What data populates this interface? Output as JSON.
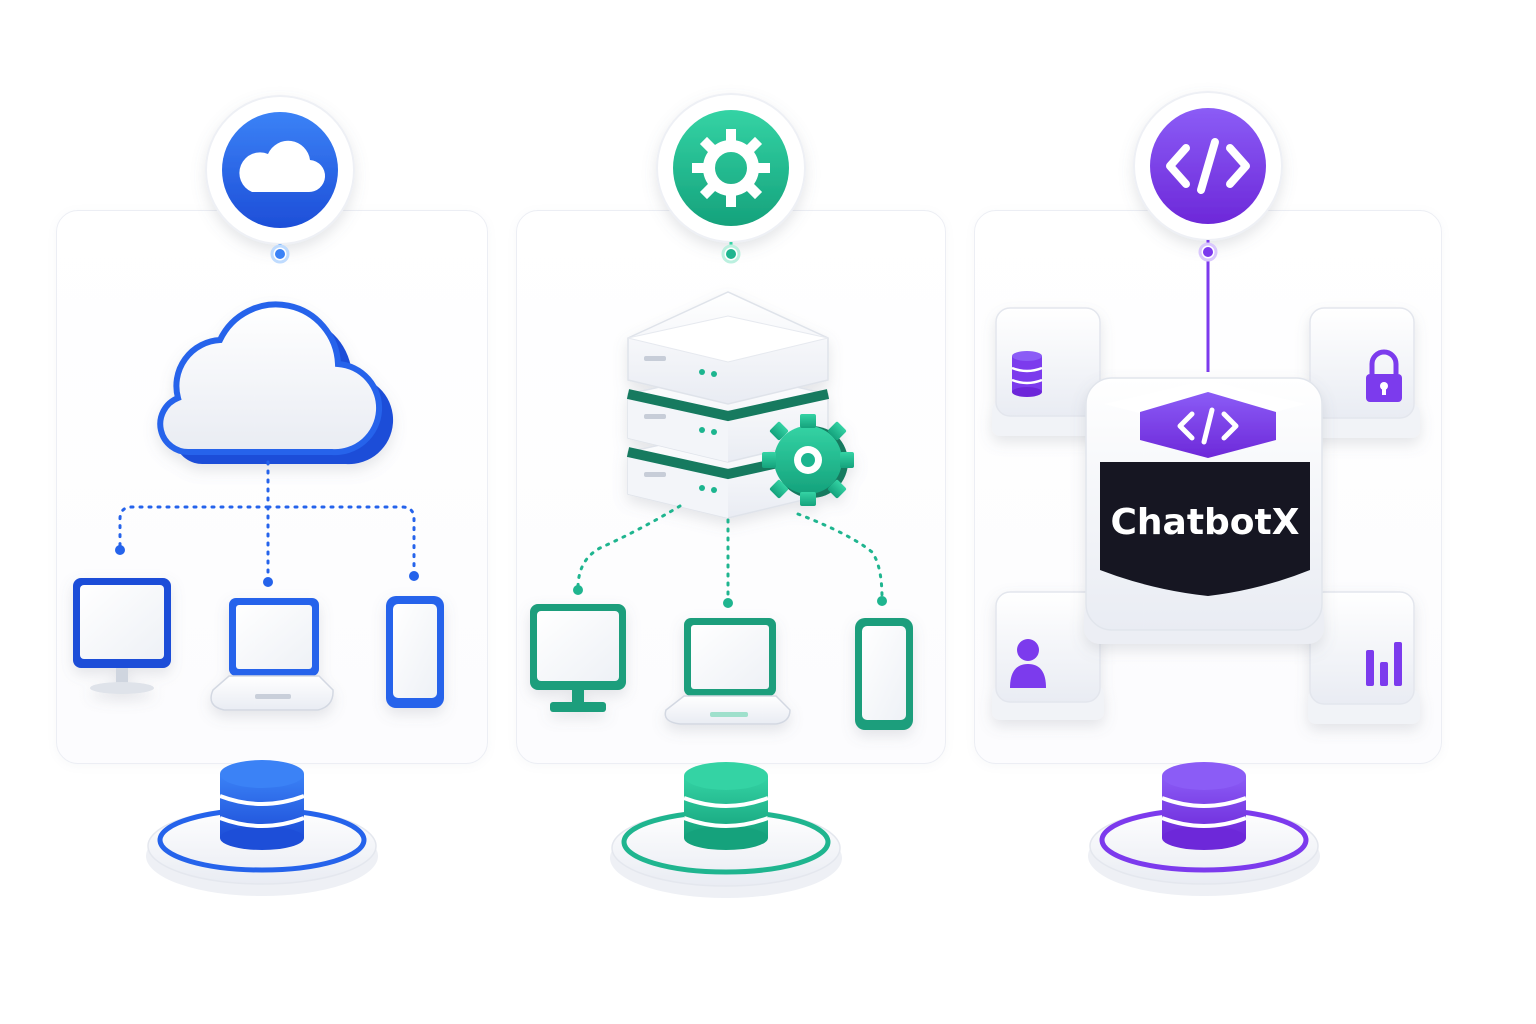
{
  "theme": {
    "cloud": {
      "accent": "#2563eb",
      "light": "#dbe7ff",
      "name": "cloud-icon"
    },
    "server": {
      "accent": "#1fb58f",
      "light": "#d2f4ea",
      "name": "gear-icon"
    },
    "api": {
      "accent": "#7c3aed",
      "light": "#ebe1ff",
      "name": "code-icon"
    }
  },
  "columns": [
    {
      "id": "cloud-column",
      "top_icon": "cloud-icon",
      "hub": "cloud-hub",
      "devices": [
        "desktop-monitor",
        "laptop",
        "smartphone"
      ],
      "base": "database-icon"
    },
    {
      "id": "server-column",
      "top_icon": "gear-icon",
      "hub": "server-stack",
      "devices": [
        "desktop-monitor",
        "laptop",
        "smartphone"
      ],
      "base": "database-icon"
    },
    {
      "id": "api-column",
      "top_icon": "code-icon",
      "hub": "chatbot-cube",
      "satellites": [
        "database-icon",
        "lock-icon",
        "user-icon",
        "bar-chart-icon"
      ],
      "base": "database-icon"
    }
  ],
  "chatbot": {
    "brand_text": "ChatbotX"
  }
}
